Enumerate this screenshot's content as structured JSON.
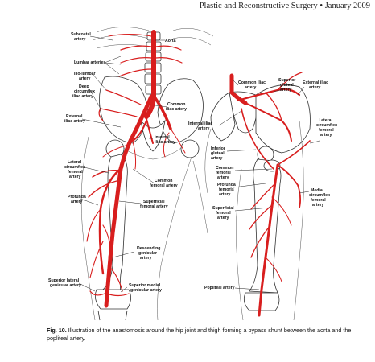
{
  "header": {
    "running_head": "Plastic and Reconstructive Surgery • January 2009"
  },
  "caption": {
    "label": "Fig. 10.",
    "text": "Illustration of the anastomosis around the hip joint and thigh forming a bypass shunt between the aorta and the popliteal artery."
  },
  "left_labels": {
    "subcostal": "Subcostal",
    "artery1": "artery",
    "aorta": "Aorta",
    "lumbar": "Lumbar arteries",
    "iliolumbar": "Ilio-lumbar",
    "artery2": "artery",
    "deep1": "Deep",
    "deep2": "circumflex",
    "deep3": "iliac artery",
    "common_iliac1": "Common",
    "common_iliac2": "iliac artery",
    "external1": "External",
    "external2": "iliac artery",
    "internal1": "Internal",
    "internal2": "iliac artery",
    "lateral1": "Lateral",
    "lateral2": "circumflex",
    "lateral3": "femoral",
    "lateral4": "artery",
    "common_fem1": "Common",
    "common_fem2": "femoral artery",
    "profunda1": "Profunda",
    "profunda2": "artery",
    "superficial1": "Superficial",
    "superficial2": "femoral artery",
    "descending1": "Descending",
    "descending2": "genicular",
    "descending3": "artery",
    "sup_lat1": "Superior lateral",
    "sup_lat2": "genicular artery",
    "sup_med1": "Superior medial",
    "sup_med2": "genicular artery"
  },
  "right_labels": {
    "common_iliac1": "Common iliac",
    "common_iliac2": "artery",
    "sup_gluteal1": "Superior",
    "sup_gluteal2": "gluteal",
    "sup_gluteal3": "artery",
    "external1": "External iliac",
    "external2": "artery",
    "internal1": "Internal iliac",
    "internal2": "artery",
    "lateral1": "Lateral",
    "lateral2": "circumflex",
    "lateral3": "femoral",
    "lateral4": "artery",
    "inferior1": "Inferior",
    "inferior2": "gluteal",
    "inferior3": "artery",
    "common_fem1": "Common",
    "common_fem2": "femoral",
    "common_fem3": "artery",
    "profunda1": "Profunda",
    "profunda2": "femoris",
    "profunda3": "artery",
    "medial1": "Medial",
    "medial2": "circumflex",
    "medial3": "femoral",
    "medial4": "artery",
    "superficial1": "Superficial",
    "superficial2": "femoral",
    "superficial3": "artery",
    "popliteal": "Popliteal artery"
  },
  "colors": {
    "artery": "#d81e1e",
    "bone_outline": "#333333"
  }
}
